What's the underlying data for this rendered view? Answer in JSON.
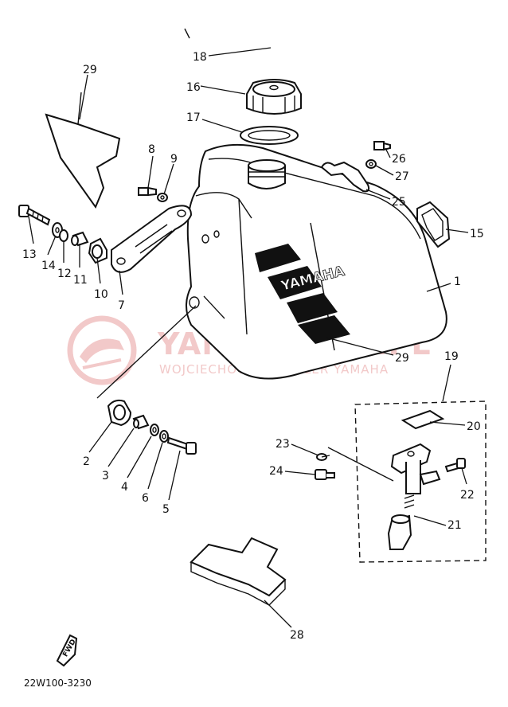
{
  "callouts": {
    "c1": "1",
    "c2": "2",
    "c3": "3",
    "c4": "4",
    "c5": "5",
    "c6": "6",
    "c7": "7",
    "c8": "8",
    "c9": "9",
    "c10": "10",
    "c11": "11",
    "c12": "12",
    "c13": "13",
    "c14": "14",
    "c15": "15",
    "c16": "16",
    "c17": "17",
    "c18": "18",
    "c19": "19",
    "c20": "20",
    "c21": "21",
    "c22": "22",
    "c23": "23",
    "c24": "24",
    "c25": "25",
    "c26": "26",
    "c27": "27",
    "c28": "28",
    "c29a": "29",
    "c29b": "29"
  },
  "tank_decal_text": "YAMAHA",
  "watermark": {
    "title": "YAMA-SKLEP.PL",
    "subtitle": "WOJCIECHOWICZ DEALER YAMAHA"
  },
  "fwd_label": "FWD",
  "figure_code": "22W100-3230",
  "colors": {
    "ink": "#111111",
    "watermark": "#f2c9c9"
  }
}
